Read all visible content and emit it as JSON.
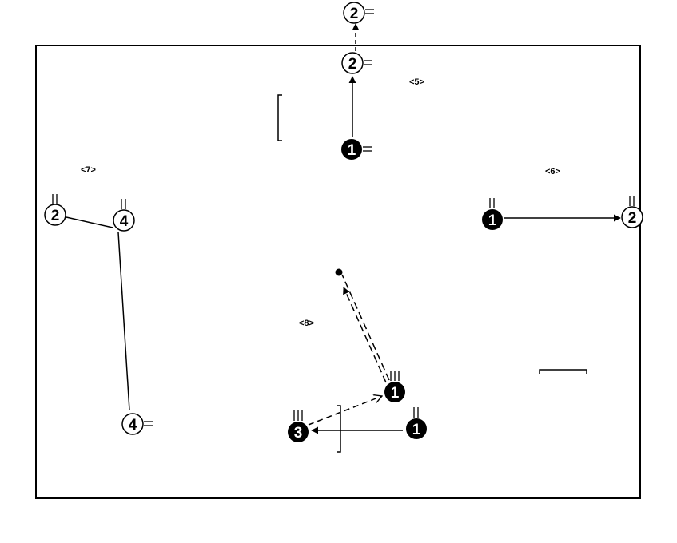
{
  "diagram": {
    "title": "",
    "colors": {
      "ink": "#000000",
      "paper": "#ffffff"
    },
    "zone_labels": {
      "five": "<5>",
      "six": "<6>",
      "seven": "<7>",
      "eight": "<8>"
    },
    "players": {
      "top_outside": {
        "number": "2",
        "style": "open"
      },
      "top_inside": {
        "number": "2",
        "style": "open"
      },
      "top_start": {
        "number": "1",
        "style": "solid"
      },
      "left_two": {
        "number": "2",
        "style": "open"
      },
      "left_four": {
        "number": "4",
        "style": "open"
      },
      "left_four_low": {
        "number": "4",
        "style": "open"
      },
      "right_start": {
        "number": "1",
        "style": "solid"
      },
      "right_end": {
        "number": "2",
        "style": "open"
      },
      "center_one": {
        "number": "1",
        "style": "solid"
      },
      "bottom_one": {
        "number": "1",
        "style": "solid"
      },
      "bottom_three": {
        "number": "3",
        "style": "solid"
      }
    }
  }
}
